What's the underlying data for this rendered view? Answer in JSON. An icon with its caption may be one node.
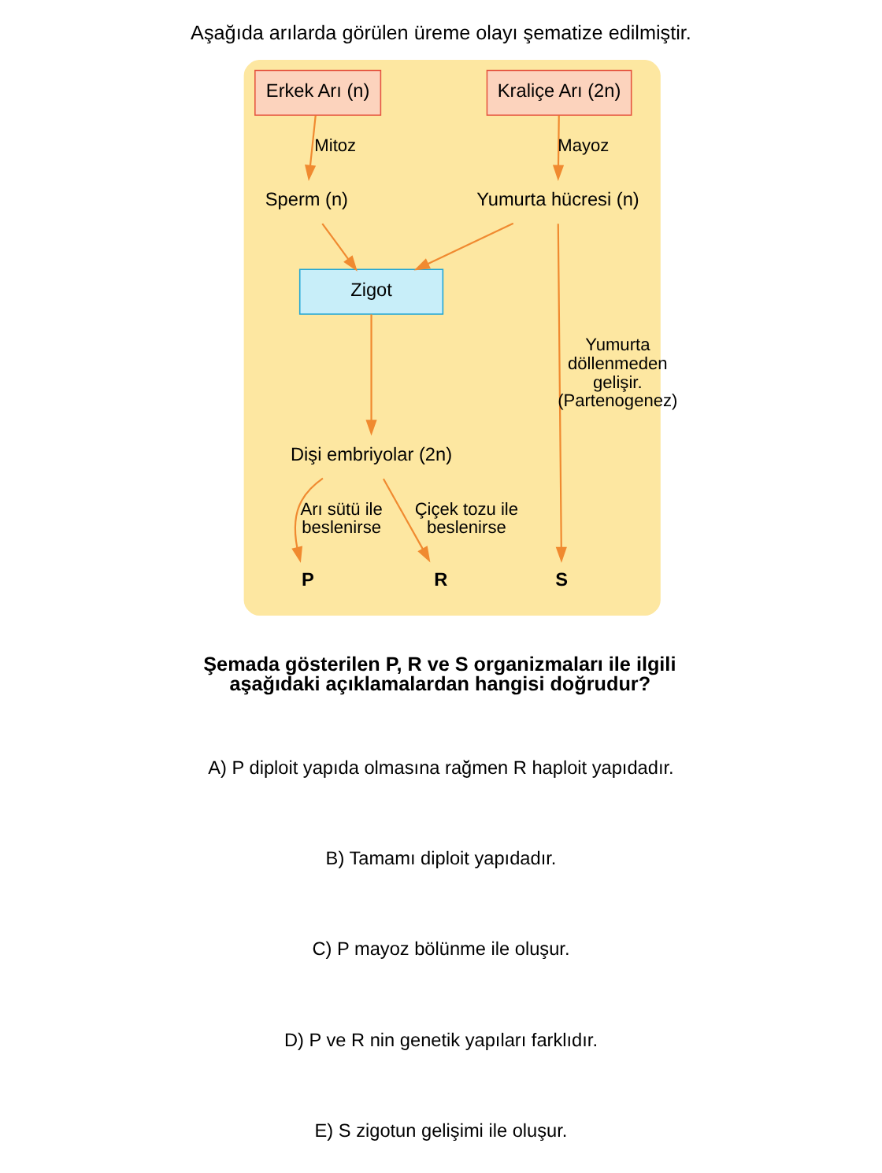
{
  "diagram": {
    "title": "Aşağıda arılarda görülen üreme olayı şematize edilmiştir.",
    "nodes": [
      {
        "text": [],
        "shape": "box"
      },
      {
        "text": [
          "Erkek Arı (n)"
        ],
        "in": 0
      },
      {
        "text": [
          "Kraliçe Arı (2n)"
        ],
        "in": 0
      },
      {
        "text": [
          "Sperm (n)"
        ],
        "in": 0
      },
      {
        "text": [
          "Yumurta hücresi (n)"
        ],
        "in": 0
      },
      {
        "text": [
          "Zigot"
        ],
        "in": 0
      },
      {
        "text": [
          "Dişi embriyolar (2n)"
        ],
        "in": 0
      },
      {
        "text": [
          "P"
        ],
        "in": 0
      },
      {
        "text": [
          "R"
        ],
        "in": 0
      },
      {
        "text": [
          "S"
        ],
        "in": 0
      }
    ],
    "edges": [
      {
        "from": 1,
        "to": 3,
        "arrow": "to",
        "label": "Mitoz"
      },
      {
        "from": 2,
        "to": 4,
        "arrow": "to",
        "label": "Mayoz"
      },
      {
        "from": 3,
        "to": 5,
        "arrow": "to"
      },
      {
        "from": 4,
        "to": 5,
        "arrow": "to"
      },
      {
        "from": 4,
        "to": 9,
        "arrow": "to",
        "label": "Yumurta döllenmeden gelişir. (Partenogenez)"
      },
      {
        "from": 5,
        "to": 6,
        "arrow": "to"
      },
      {
        "from": 6,
        "to": 7,
        "arrow": "to",
        "label": "Arı sütü ile beslenirse"
      },
      {
        "from": 6,
        "to": 8,
        "arrow": "to",
        "label": "Çiçek tozu ile beslenirse"
      }
    ],
    "labels": [
      "Şemada gösterilen P, R ve S organizmaları ile ilgili aşağıdaki açıklamalardan hangisi doğrudur?",
      "A) P diploit yapıda olmasına rağmen R haploit yapıdadır.",
      "B) Tamamı diploit yapıdadır.",
      "C) P mayoz bölünme ile oluşur.",
      "D) P ve R nin genetik yapıları farklıdır.",
      "E) S zigotun gelişimi ile oluşur."
    ]
  }
}
